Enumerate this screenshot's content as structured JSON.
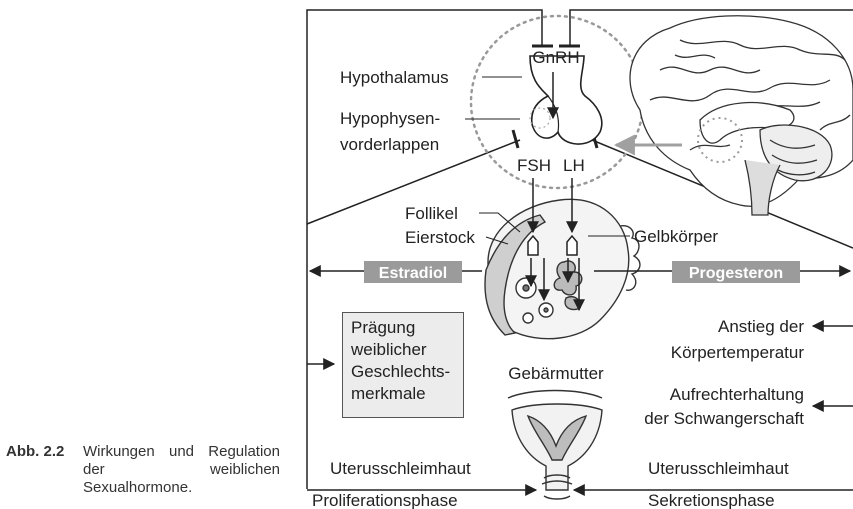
{
  "caption": {
    "number": "Abb. 2.2",
    "text": "Wirkungen und Regulation der weiblichen Sexualhormone."
  },
  "labels": {
    "gnrh": "GnRH",
    "hypothalamus": "Hypothalamus",
    "hypophysen_1": "Hypophysen-",
    "hypophysen_2": "vorderlappen",
    "fsh": "FSH",
    "lh": "LH",
    "follikel": "Follikel",
    "eierstock": "Eierstock",
    "gelbkoerper": "Gelbkörper",
    "estradiol": "Estradiol",
    "progesteron": "Progesteron",
    "anstieg_1": "Anstieg der",
    "anstieg_2": "Körpertemperatur",
    "aufrecht_1": "Aufrechterhaltung",
    "aufrecht_2": "der Schwangerschaft",
    "gebaermutter": "Gebärmutter",
    "uterus_left": "Uterusschleimhaut",
    "uterus_right": "Uterusschleimhaut",
    "phase_left": "Proliferationsphase",
    "phase_right": "Sekretionsphase"
  },
  "box": {
    "line1": "Prägung",
    "line2": "weiblicher",
    "line3": "Geschlechts-",
    "line4": "merkmale"
  },
  "colors": {
    "stroke": "#222222",
    "grey_arrow": "#a0a0a0",
    "hormone_label_bg": "#9b9b9b",
    "box_bg": "#ececec"
  }
}
